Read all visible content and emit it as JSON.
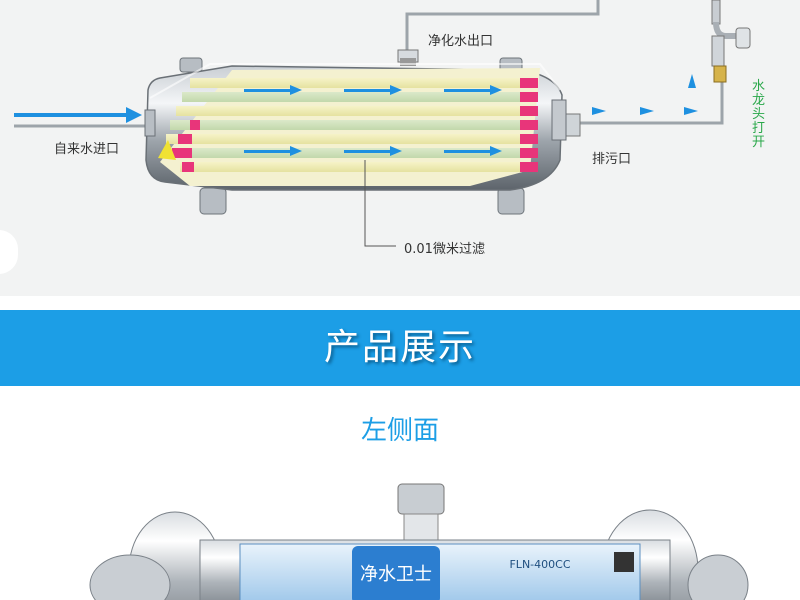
{
  "diagram": {
    "label_outlet": "净化水出口",
    "label_inlet": "自来水进口",
    "label_drain": "排污口",
    "label_filter": "0.01微米过滤",
    "label_faucet": "水龙头打开"
  },
  "banner": {
    "title": "产品展示"
  },
  "section": {
    "subtitle": "左侧面"
  },
  "product": {
    "logo_text": "净水卫士",
    "model_text": "FLN-400CC"
  }
}
